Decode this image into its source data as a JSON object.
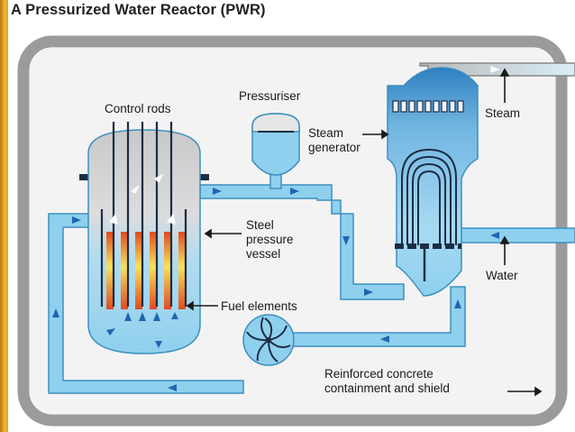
{
  "title": "A Pressurized Water Reactor (PWR)",
  "labels": {
    "control_rods": "Control rods",
    "pressuriser": "Pressuriser",
    "steam_generator_line1": "Steam",
    "steam_generator_line2": "generator",
    "steam": "Steam",
    "steel_vessel_line1": "Steel",
    "steel_vessel_line2": "pressure",
    "steel_vessel_line3": "vessel",
    "fuel_elements": "Fuel elements",
    "water": "Water",
    "containment_line1": "Reinforced concrete",
    "containment_line2": "containment and shield"
  },
  "colors": {
    "water": "#8fd0ee",
    "water_outline": "#3d8fc0",
    "steam": "#c3c3c3",
    "containment": "#9b9b9b",
    "fuel_hot": "#e24a20",
    "fuel_mid": "#f6a023",
    "fuel_cool": "#f7e25a",
    "flow_arrow": "#1d66b0",
    "accent_band": "#e6a321"
  }
}
